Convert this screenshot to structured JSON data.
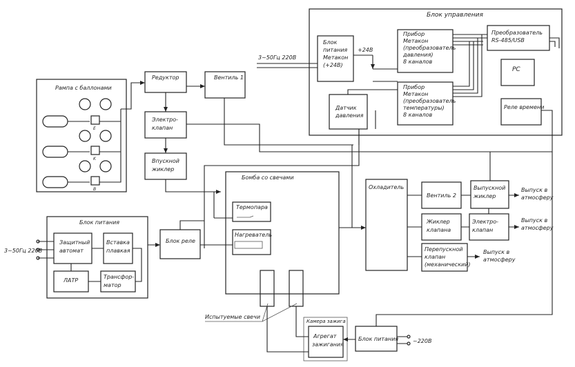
{
  "control_unit": {
    "title": "Блок управления",
    "psu_lines": [
      "Блок",
      "питания",
      "Метакон",
      "(+24В)"
    ],
    "v24": "+24В",
    "supply_in": "3~50Гц 220В",
    "meter1_lines": [
      "Прибор",
      "Метакон",
      "(преобразователь",
      "давления)",
      "8 каналов"
    ],
    "meter2_lines": [
      "Прибор",
      "Метакон",
      "(преобразователь",
      "температуры)",
      "8 каналов"
    ],
    "converter_lines": [
      "Преобразователь",
      "RS-485/USB"
    ],
    "pc": "PC",
    "timer_relay": "Реле времени",
    "pressure_sensor_lines": [
      "Датчик",
      "давления"
    ]
  },
  "ramp": {
    "title": "Рампа с баллонами",
    "labels": [
      "E",
      "K",
      "B"
    ]
  },
  "reducer": "Редуктор",
  "valve1": "Вентиль 1",
  "electrovalve_lines": [
    "Электро-",
    "клапан"
  ],
  "intake_jet_lines": [
    "Впускной",
    "жиклер"
  ],
  "bomb": {
    "title": "Бомба со свечами",
    "thermocouple": "Термопара",
    "heater": "Нагреватель"
  },
  "power_unit": {
    "title": "Блок питания",
    "supply_in": "3~50Гц 220В",
    "breaker_lines": [
      "Защитный",
      "автомат"
    ],
    "fuse_lines": [
      "Вставка",
      "плавкая"
    ],
    "latr": "ЛАТР",
    "transformer_lines": [
      "Трансфор-",
      "матор"
    ]
  },
  "relay_block": "Блок реле",
  "cooler": "Охладитель",
  "valve2": "Вентиль 2",
  "exhaust_jet_lines": [
    "Выпускной",
    "жиклер"
  ],
  "jet_valve_lines": [
    "Жиклер",
    "клапана"
  ],
  "electrovalve2_lines": [
    "Электро-",
    "клапан"
  ],
  "bypass_valve_lines": [
    "Перепускной",
    "клапан",
    "(механический)"
  ],
  "outlets": [
    [
      "Выпуск в",
      "атмосферу"
    ],
    [
      "Выпуск в",
      "атмосферу"
    ],
    [
      "Выпуск в",
      "атмосферу"
    ]
  ],
  "tested_plugs": "Испытуемые свечи",
  "ignition_chamber": {
    "title": "Камера зажига",
    "unit_lines": [
      "Агрегат",
      "зажигания"
    ]
  },
  "power_unit2": "Блок питания",
  "supply_220": "~220В"
}
